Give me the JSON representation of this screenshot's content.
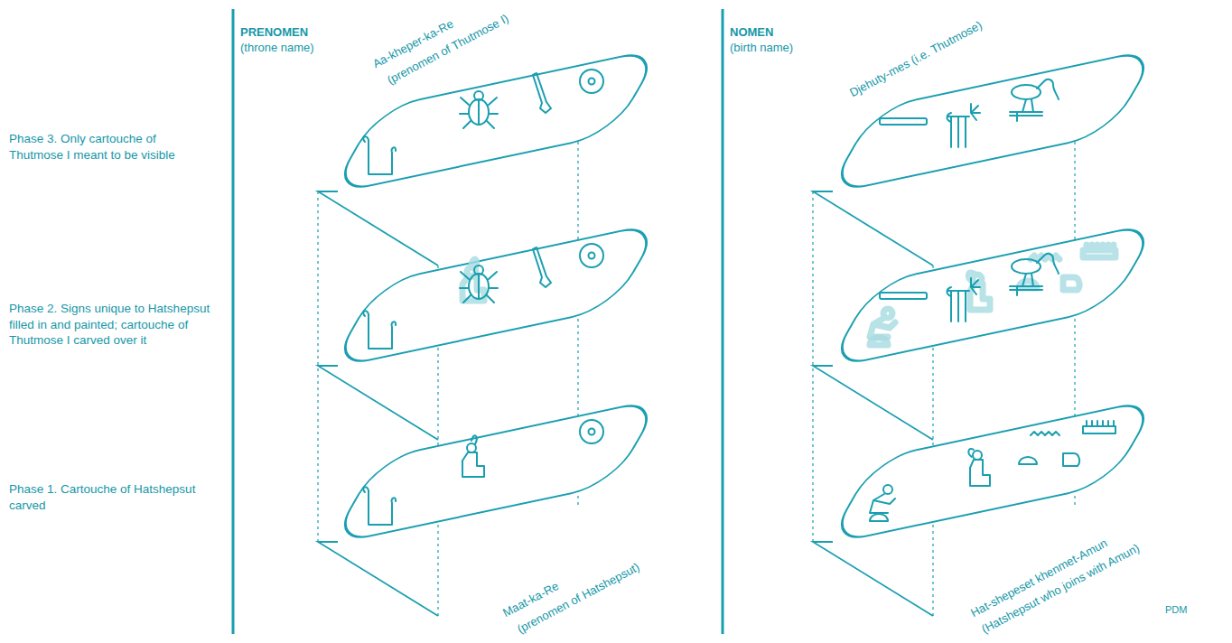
{
  "diagram": {
    "labels": [
      "PRENOMEN",
      "(throne name)",
      "Aa-kheper-ka-Re",
      "(prenomen of Thutmose I)",
      "NOMEN",
      "(birth name)",
      "Djehuty-mes (i.e. Thutmose)",
      "Phase 3. Only cartouche of Thutmose I meant to be visible",
      "Phase 2. Signs unique to Hatshepsut filled in and painted; cartouche of Thutmose I carved over it",
      "Phase 1. Cartouche of Hatshepsut carved",
      "Maat-ka-Re",
      "(prenomen of Hatshepsut)",
      "Hat-shepeset khenmet-Amun",
      "(Hatshepsut who joins with Amun)",
      "PDM"
    ]
  }
}
